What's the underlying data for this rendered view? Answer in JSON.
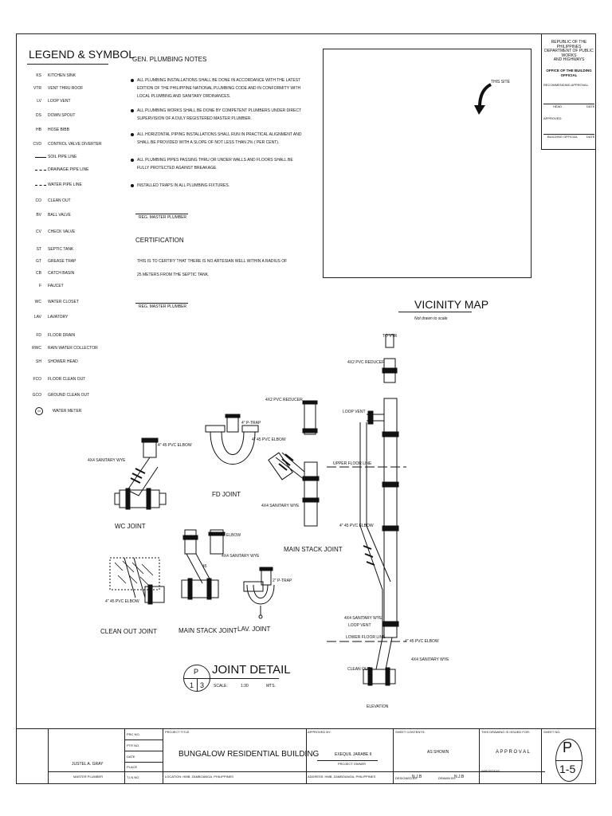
{
  "legend": {
    "title": "LEGEND & SYMBOL",
    "items": [
      {
        "code": "KS",
        "desc": "KITCHEN SINK"
      },
      {
        "code": "VTR",
        "desc": "VENT THRU ROOF"
      },
      {
        "code": "LV",
        "desc": "LOOP VENT"
      },
      {
        "code": "DS",
        "desc": "DOWN SPOUT"
      },
      {
        "code": "HB",
        "desc": "HOSE BIBB"
      },
      {
        "code": "CVD",
        "desc": "CONTROL VALVE DIVERTER"
      },
      {
        "code": "",
        "desc": "SOIL PIPE LINE"
      },
      {
        "code": "",
        "desc": "DRAINAGE PIPE LINE"
      },
      {
        "code": "",
        "desc": "WATER PIPE LINE"
      },
      {
        "code": "CO",
        "desc": "CLEAN OUT"
      },
      {
        "code": "BV",
        "desc": "BALL VALVE"
      },
      {
        "code": "CV",
        "desc": "CHECK VALVE"
      },
      {
        "code": "ST",
        "desc": "SEPTIC TANK"
      },
      {
        "code": "GT",
        "desc": "GREASE TRAP"
      },
      {
        "code": "CB",
        "desc": "CATCH BASIN"
      },
      {
        "code": "F",
        "desc": "FAUCET"
      },
      {
        "code": "WC",
        "desc": "WATER CLOSET"
      },
      {
        "code": "LAV",
        "desc": "LAVATORY"
      },
      {
        "code": "FD",
        "desc": "FLOOR DRAIN"
      },
      {
        "code": "RWC",
        "desc": "RAIN WATER COLLECTOR"
      },
      {
        "code": "SH",
        "desc": "SHOWER HEAD"
      },
      {
        "code": "FCO",
        "desc": "FLOOR CLEAN OUT"
      },
      {
        "code": "GCO",
        "desc": "GROUND CLEAN OUT"
      },
      {
        "code": "M",
        "desc": "WATER METER"
      }
    ]
  },
  "notes": {
    "title": "GEN. PLUMBING NOTES",
    "items": [
      "ALL PLUMBING INSTALLATIONS SHALL BE DONE IN ACCORDANCE WITH THE LATEST EDITION OF THE PHILIPPINE NATIONAL PLUMBING CODE AND IN CONFORMITY WITH LOCAL PLUMBING AND SANITARY ORDINANCES.",
      "ALL PLUMBING WORKS SHALL BE DONE BY COMPETENT PLUMBERS UNDER DIRECT SUPERVISION OF A DULY REGISTERED MASTER PLUMBER.",
      "ALL HORIZONTAL PIPING INSTALLATIONS SHALL RUN IN PRACTICAL ALIGNMENT AND SHALL BE PROVIDED WITH A SLOPE OF NOT LESS THAN 2% ( PER CENT).",
      "ALL PLUMBING PIPES PASSING THRU OR UNDER WALLS AND FLOORS SHALL BE FULLY PROTECTED AGAINST BREAKAGE.",
      "INSTALLED TRAPS IN ALL PLUMBING FIXTURES."
    ],
    "signature_label": "REG. MASTER PLUMBER"
  },
  "certification": {
    "title": "CERTIFICATION",
    "text_line1": "THIS IS TO CERTIFY THAT THERE IS NO ARTESIAN WELL WITHIN A RADIUS OF",
    "text_line2": "25 METERS FROM THE SEPTIC TANK.",
    "signature_label": "REG. MASTER PLUMBER"
  },
  "vicinity": {
    "site_label": "THIS SITE",
    "title": "VICINITY MAP",
    "subtitle": "Not drawn to scale"
  },
  "agency": {
    "line1": "REPUBLIC OF THE PHILIPPINES",
    "line2": "DEPARTMENT OF PUBLIC WORKS",
    "line3": "AND HIGHWAYS",
    "office": "OFFICE OF THE BUILDING OFFICIAL",
    "recommending": "RECOMMENDING APPROVAL:",
    "head": "HEAD",
    "date1": "DATE",
    "approved": "APPROVED:",
    "building_official": "BUILDING OFFICIAL",
    "date2": "DATE"
  },
  "joints": {
    "wc_joint": "WC  JOINT",
    "fd_joint": "FD  JOINT",
    "clean_out_joint": "CLEAN OUT  JOINT",
    "main_stack_joint_1": "MAIN  STACK  JOINT",
    "lav_joint": "LAV.  JOINT",
    "main_stack_joint_2": "MAIN STACK  JOINT",
    "labels": {
      "elbow45_a": "4\" 45 PVC ELBOW",
      "wye_a": "4X4 SANITARY WYE",
      "ptrap_a": "4\" P-TRAP",
      "elbow45_b": "4\" 45 PVC ELBOW",
      "reducer_a": "4X2 PVC REDUCER",
      "wye_b": "4X4 SANITARY WYE",
      "elbow_c": "ELBOW",
      "wye_c": "4X4 SANITARY WYE",
      "angle": "45",
      "ptrap_b": "2\" P-TRAP",
      "elbow45_d": "4\" 45 PVC ELBOW"
    }
  },
  "elevation": {
    "to_vtr": "TO  VTR",
    "reducer": "4X2 PVC REDUCER",
    "loop_vent": "LOOP VENT",
    "upper_floor": "UPPER  FLOOR LINE",
    "elbow45": "4\" 45 PVC ELBOW",
    "wye_loop": "4X4 SANITARY WYE",
    "loop_vent_2": "LOOP VENT",
    "lower_floor": "LOWER  FLOOR LINE",
    "elbow45_2": "4\" 45 PVC ELBOW",
    "wye_2": "4X4 SANITARY WYE",
    "clean_out": "CLEAN OUT",
    "title": "ELEVATION"
  },
  "detail": {
    "letter": "P",
    "num1": "1",
    "num2": "3",
    "title": "JOINT DETAIL",
    "scale_label": "SCALE:",
    "scale_value": "1:30",
    "units": "MTS."
  },
  "title_block": {
    "name": "JUSTEL A. GRAY",
    "role": "MASTER PLUMBER",
    "prc_label": "PRC NO.",
    "ptr_label": "PTR NO.",
    "date_label": "DATE",
    "place_label": "PLACE",
    "tin_label": "T.I.N NO.",
    "project_title_label": "PROJECT TITLE",
    "project_title": "BUNGALOW RESIDENTIAL BUILDING",
    "location": "LOCATION: HMB, ZAMBOANGA, PHILIPPINES",
    "approved_by": "APPROVED BY:",
    "owner": "EXEQUIL JARABE II",
    "owner_label": "PROJECT OWNER",
    "address": "ADDRESS: HMB, ZAMBOANGA, PHILIPPINES",
    "sheet_contents": "SHEET CONTENTS:",
    "as_shown": "AS SHOWN",
    "designed_by": "DESIGNED BY:",
    "drawn_by": "DRAWN BY:",
    "designed_val": "N.J.B",
    "drawn_val": "N.J.B",
    "issued_for": "THIS DRAWING IS ISSUED FOR:",
    "approval": "A P P R O V A L",
    "important": "IMPORTANT:",
    "sheet_no_label": "SHEET NO.",
    "sheet_letter": "P",
    "sheet_no": "1-5"
  }
}
